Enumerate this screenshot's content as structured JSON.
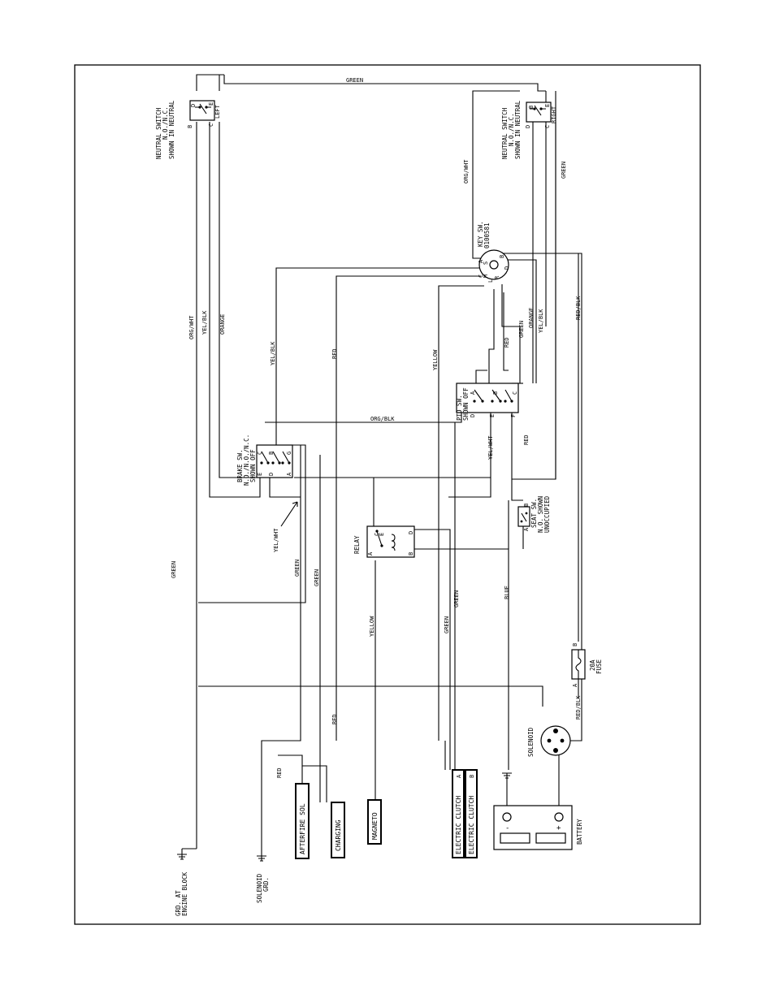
{
  "components": {
    "neutral_left": {
      "title": "NEUTRAL SWITCH",
      "state": "N.O./N.C.",
      "shown": "SHOWN IN NEUTRAL",
      "side": "LEFT",
      "pins": [
        "B",
        "D",
        "C",
        "E"
      ]
    },
    "neutral_right": {
      "title": "NEUTRAL SWITCH",
      "state": "N.O./N.C.",
      "shown": "SHOWN IN NEUTRAL",
      "side": "RIGHT",
      "pins": [
        "D",
        "B",
        "C",
        "E"
      ]
    },
    "key_switch": {
      "title": "KEY SW.",
      "part": "0100581",
      "pins": [
        "A",
        "S",
        "B",
        "C",
        "M",
        "L",
        "R",
        "D"
      ]
    },
    "pto_switch": {
      "title": "PTO SW.",
      "shown": "SHOWN OFF",
      "pins": [
        "A",
        "B",
        "C",
        "D",
        "E",
        "F"
      ]
    },
    "brake_switch": {
      "title": "BRAKE SW.",
      "state": "N.O./N.O./N.C.",
      "shown": "SHOWN OFF",
      "pins": [
        "C",
        "B",
        "G",
        "E",
        "D",
        "A"
      ]
    },
    "relay": {
      "title": "RELAY",
      "pins": [
        "C",
        "E",
        "D",
        "A",
        "B"
      ]
    },
    "seat_switch": {
      "title": "SEAT SW.",
      "state": "N.O. SHOWN",
      "shown": "UNOCCUPIED",
      "pins": [
        "A",
        "B"
      ]
    },
    "fuse": {
      "title": "20A",
      "subtitle": "FUSE",
      "pins": [
        "A",
        "B"
      ]
    },
    "solenoid": {
      "title": "SOLENOID"
    },
    "battery": {
      "title": "BATTERY",
      "neg": "-",
      "pos": "+"
    },
    "electric_clutch_a": {
      "title": "ELECTRIC CLUTCH",
      "pin": "A"
    },
    "electric_clutch_b": {
      "title": "ELECTRIC CLUTCH",
      "pin": "B"
    },
    "afterfire": {
      "title": "AFTERFIRE SOL"
    },
    "charging": {
      "title": "CHARGING"
    },
    "magneto": {
      "title": "MAGNETO"
    },
    "ground_engine": {
      "line1": "GRD. AT",
      "line2": "ENGINE BLOCK"
    },
    "ground_solenoid": {
      "line1": "SOLENOID",
      "line2": "GRD."
    }
  },
  "wire_labels": {
    "green_top": "GREEN",
    "green_right": "GREEN",
    "green_engine": "GREEN",
    "green_brake_a": "GREEN",
    "green_brake_b": "GREEN",
    "green_clutch_a": "GREEN",
    "green_clutch_b": "GREEN",
    "green_key": "GREEN",
    "org_wht_left": "ORG/WHT",
    "org_wht_right": "ORG/WHT",
    "yel_blk_left": "YEL/BLK",
    "yel_blk_mid": "YEL/BLK",
    "yel_blk_right": "YEL/BLK",
    "orange_left": "ORANGE",
    "orange_right": "ORANGE",
    "red_mid": "RED",
    "red_key": "RED",
    "red_pto": "RED",
    "red_charging": "RED",
    "red_afterfire": "RED",
    "red_blk_fuse": "RED/BLK",
    "red_blk_sol": "RED/BLK",
    "yellow_top": "YELLOW",
    "yellow_magneto": "YELLOW",
    "yel_wht_pto": "YEL/WHT",
    "yel_wht_brake": "YEL/WHT",
    "org_blk": "ORG/BLK",
    "blue": "BLUE"
  }
}
